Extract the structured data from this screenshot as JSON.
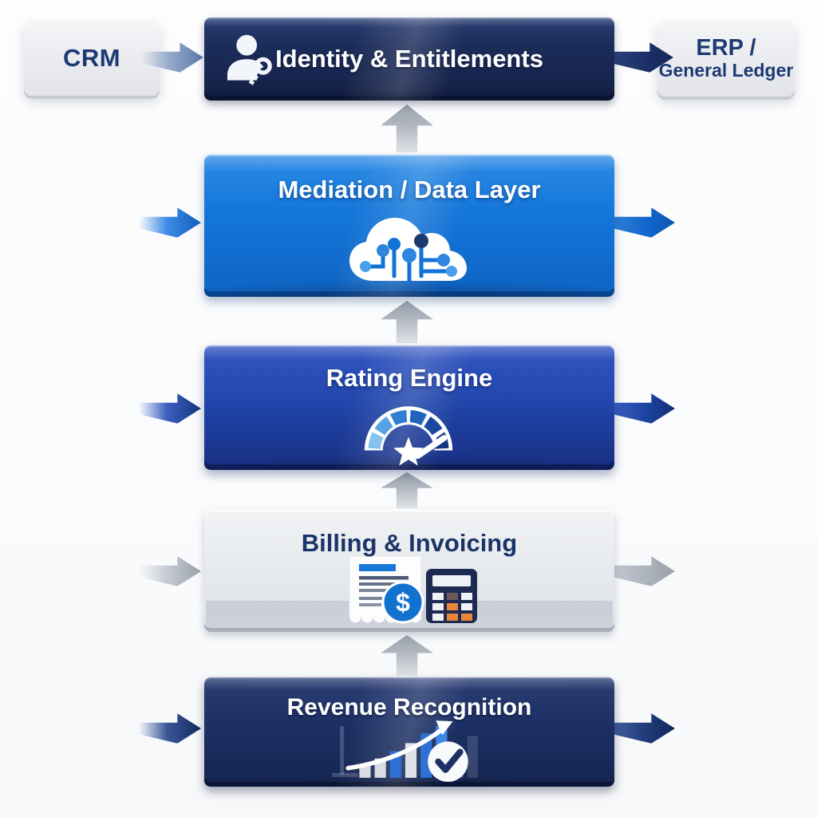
{
  "diagram": {
    "type": "flow-diagram",
    "topic": "billing-architecture-pipeline"
  },
  "nodes": {
    "crm": {
      "label": "CRM",
      "role": "external-system"
    },
    "identity": {
      "label": "Identity & Entitlements",
      "icon": "user-key-icon"
    },
    "erp": {
      "line1": "ERP /",
      "line2": "General Ledger",
      "role": "external-system"
    },
    "mediation": {
      "label": "Mediation / Data Layer",
      "icon": "cloud-circuit-icon"
    },
    "rating": {
      "label": "Rating Engine",
      "icon": "gauge-star-icon"
    },
    "billing": {
      "label": "Billing & Invoicing",
      "icon": "invoice-calculator-icon"
    },
    "revenue": {
      "label": "Revenue Recognition",
      "icon": "growth-check-icon"
    }
  },
  "icons": {
    "dollar_glyph": "$"
  },
  "edges": [
    {
      "from": "crm",
      "to": "identity",
      "direction": "right",
      "color": "#5a76a6"
    },
    {
      "from": "identity",
      "to": "erp",
      "direction": "right",
      "color": "#1b2f66"
    },
    {
      "from": "mediation",
      "to": "identity",
      "direction": "up",
      "color": "#a8aeb8"
    },
    {
      "from": "rating",
      "to": "mediation",
      "direction": "up",
      "color": "#a8aeb8"
    },
    {
      "from": "billing",
      "to": "rating",
      "direction": "up",
      "color": "#a8aeb8"
    },
    {
      "from": "revenue",
      "to": "billing",
      "direction": "up",
      "color": "#a8aeb8"
    },
    {
      "from": "external-left",
      "to": "mediation",
      "direction": "right",
      "color": "#0f5cc0"
    },
    {
      "from": "mediation",
      "to": "external-right",
      "direction": "right",
      "color": "#0f5cc0"
    },
    {
      "from": "external-left",
      "to": "rating",
      "direction": "right",
      "color": "#1c429f"
    },
    {
      "from": "rating",
      "to": "external-right",
      "direction": "right",
      "color": "#1c429f"
    },
    {
      "from": "external-left",
      "to": "billing",
      "direction": "right",
      "color": "#9aa1ab"
    },
    {
      "from": "billing",
      "to": "external-right",
      "direction": "right",
      "color": "#9aa1ab"
    },
    {
      "from": "external-left",
      "to": "revenue",
      "direction": "right",
      "color": "#142a5e"
    },
    {
      "from": "revenue",
      "to": "external-right",
      "direction": "right",
      "color": "#142a5e"
    }
  ],
  "colors": {
    "background": "#fcfcfd",
    "navy_box": "#1b2c59",
    "bright_blue_box": "#1477da",
    "royal_blue_box": "#2247ae",
    "gray_box": "#e4e7eb",
    "external_box": "#e9ebee",
    "navy_text": "#1c3a73",
    "white_text": "#ffffff",
    "gray_arrow": "#a8aeb8"
  }
}
